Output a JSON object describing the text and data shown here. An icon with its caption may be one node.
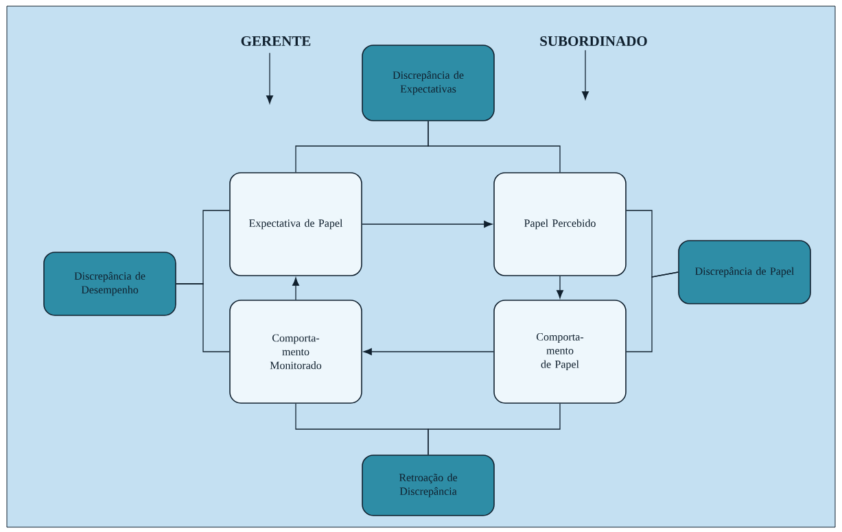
{
  "diagram": {
    "nodes": [
      {
        "text": [
          "GERENTE"
        ]
      },
      {
        "text": [
          "SUBORDINADO"
        ]
      },
      {
        "text": [
          "Discrepância de Expectativas"
        ]
      },
      {
        "text": [
          "Expectativa de Papel"
        ]
      },
      {
        "text": [
          "Papel Percebido"
        ]
      },
      {
        "text": [
          "Discrepância de Desempenho"
        ]
      },
      {
        "text": [
          "Discrepância de Papel"
        ]
      },
      {
        "text": [
          "Comporta- mento Monitorado"
        ]
      },
      {
        "text": [
          "Comporta- mento de Papel"
        ]
      },
      {
        "text": [
          "Retroação de Discrepância"
        ]
      }
    ],
    "edges": [
      {
        "from": 0,
        "to": null,
        "arrow": "to"
      },
      {
        "from": 1,
        "to": null,
        "arrow": "to"
      },
      {
        "from": 2,
        "to": 3,
        "arrow": "none"
      },
      {
        "from": 2,
        "to": 4,
        "arrow": "none"
      },
      {
        "from": 3,
        "to": 4,
        "arrow": "to"
      },
      {
        "from": 4,
        "to": 8,
        "arrow": "to"
      },
      {
        "from": 8,
        "to": 7,
        "arrow": "to"
      },
      {
        "from": 7,
        "to": 3,
        "arrow": "to"
      },
      {
        "from": 5,
        "to": 3,
        "arrow": "none"
      },
      {
        "from": 5,
        "to": 7,
        "arrow": "none"
      },
      {
        "from": 6,
        "to": 4,
        "arrow": "none"
      },
      {
        "from": 6,
        "to": 8,
        "arrow": "none"
      },
      {
        "from": 9,
        "to": 7,
        "arrow": "none"
      },
      {
        "from": 9,
        "to": 8,
        "arrow": "none"
      }
    ]
  }
}
